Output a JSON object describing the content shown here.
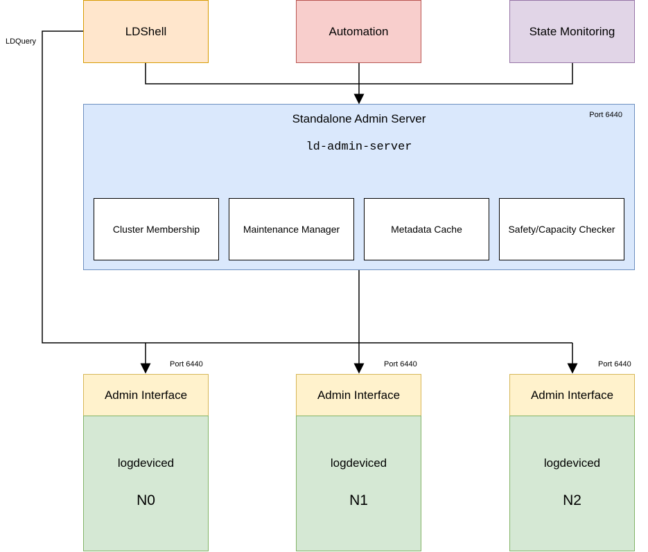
{
  "clients": {
    "ldshell": "LDShell",
    "automation": "Automation",
    "state_monitoring": "State Monitoring"
  },
  "edge_label_ldquery": "LDQuery",
  "server": {
    "title": "Standalone Admin Server",
    "binary": "ld-admin-server",
    "port": "Port 6440",
    "modules": [
      "Cluster Membership",
      "Maintenance Manager",
      "Metadata Cache",
      "Safety/Capacity Checker"
    ]
  },
  "nodes": [
    {
      "interface": "Admin Interface",
      "process": "logdeviced",
      "id": "N0",
      "port": "Port 6440"
    },
    {
      "interface": "Admin Interface",
      "process": "logdeviced",
      "id": "N1",
      "port": "Port 6440"
    },
    {
      "interface": "Admin Interface",
      "process": "logdeviced",
      "id": "N2",
      "port": "Port 6440"
    }
  ],
  "colors": {
    "ldshell_fill": "#ffe6cc",
    "ldshell_border": "#d79b00",
    "automation_fill": "#f8cecc",
    "automation_border": "#b85450",
    "state_fill": "#e1d5e7",
    "state_border": "#9673a6",
    "server_fill": "#dae8fc",
    "server_border": "#6c8ebf",
    "interface_fill": "#fff2cc",
    "interface_border": "#d6b656",
    "node_fill": "#d5e8d4",
    "node_border": "#82b366"
  }
}
